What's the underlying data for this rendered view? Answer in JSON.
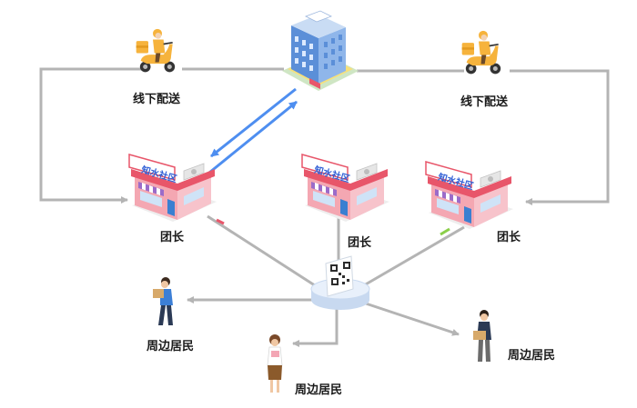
{
  "labels": {
    "delivery_left": "线下配送",
    "delivery_right": "线下配送",
    "leader_left": "团长",
    "leader_center": "团长",
    "leader_right": "团长",
    "resident_left": "周边居民",
    "resident_bottom": "周边居民",
    "resident_right": "周边居民"
  },
  "shop_signs": {
    "left": "知水社区",
    "center": "知水社区",
    "right": "知水社区"
  },
  "colors": {
    "connector_gray": "#b4b4b4",
    "bidirectional_blue": "#4e8ef0",
    "shop_pink": "#f4a7b2",
    "shop_roof_red": "#e8566a",
    "sign_blue": "#2f5fd6",
    "building_blue": "#5b8fd8",
    "platform_blue": "#dbe7f7"
  },
  "icons": {
    "warehouse": "office-building-icon",
    "courier": "delivery-scooter-icon",
    "shop": "community-store-icon",
    "hub": "qr-code-icon",
    "resident": "person-carrying-box-icon"
  }
}
